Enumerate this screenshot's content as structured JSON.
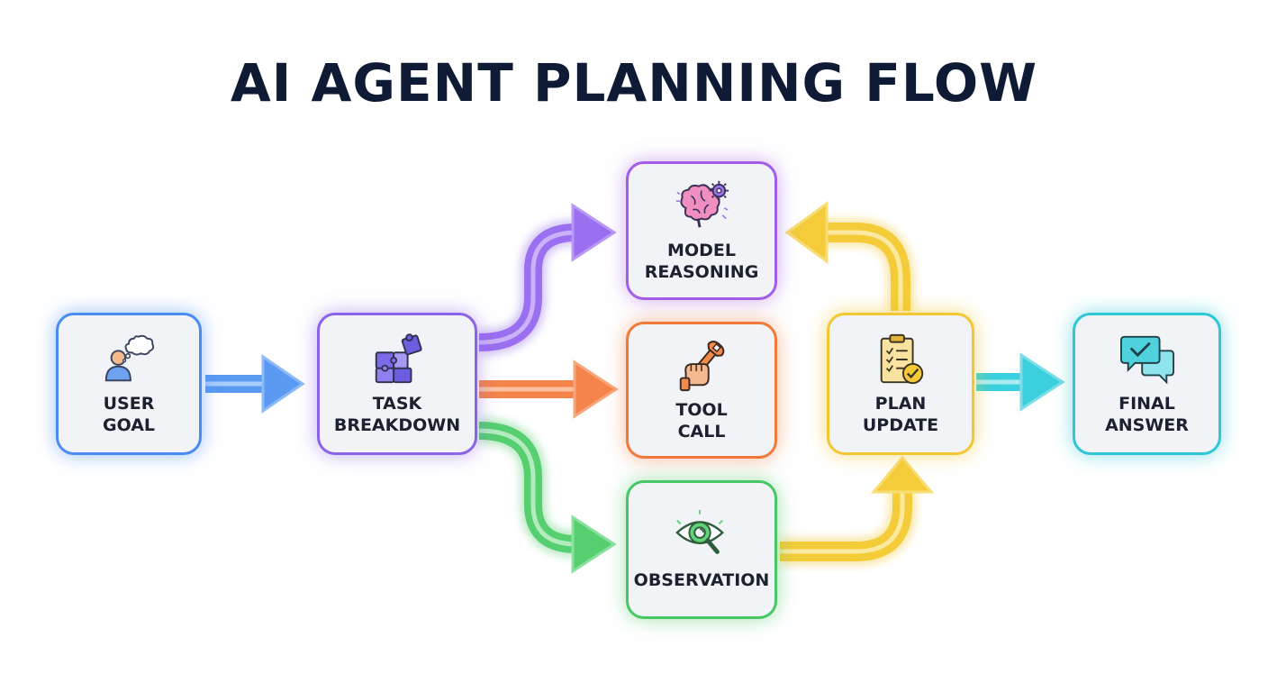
{
  "title": "AI AGENT PLANNING FLOW",
  "nodes": {
    "user_goal": {
      "label_line1": "USER",
      "label_line2": "GOAL",
      "icon": "user-thought-icon",
      "color": "#4a8cf0"
    },
    "task_breakdown": {
      "label_line1": "TASK",
      "label_line2": "BREAKDOWN",
      "icon": "puzzle-icon",
      "color": "#8a63e6"
    },
    "model_reasoning": {
      "label_line1": "MODEL",
      "label_line2": "REASONING",
      "icon": "brain-gear-icon",
      "color": "#a25ee8"
    },
    "tool_call": {
      "label_line1": "TOOL",
      "label_line2": "CALL",
      "icon": "wrench-hand-icon",
      "color": "#f07a3a"
    },
    "observation": {
      "label_line1": "OBSERVATION",
      "label_line2": "",
      "icon": "eye-magnifier-icon",
      "color": "#48c764"
    },
    "plan_update": {
      "label_line1": "PLAN",
      "label_line2": "UPDATE",
      "icon": "clipboard-check-icon",
      "color": "#f2c733"
    },
    "final_answer": {
      "label_line1": "FINAL",
      "label_line2": "ANSWER",
      "icon": "chat-check-icon",
      "color": "#2fc6d6"
    }
  },
  "edges": [
    {
      "from": "user_goal",
      "to": "task_breakdown",
      "color": "#4a8cf0"
    },
    {
      "from": "task_breakdown",
      "to": "model_reasoning",
      "color": "#8a63e6"
    },
    {
      "from": "task_breakdown",
      "to": "tool_call",
      "color": "#f07a3a"
    },
    {
      "from": "task_breakdown",
      "to": "observation",
      "color": "#48c764"
    },
    {
      "from": "observation",
      "to": "plan_update",
      "color": "#f2c733"
    },
    {
      "from": "plan_update",
      "to": "model_reasoning",
      "color": "#f2c733"
    },
    {
      "from": "plan_update",
      "to": "final_answer",
      "color": "#2fc6d6"
    }
  ]
}
